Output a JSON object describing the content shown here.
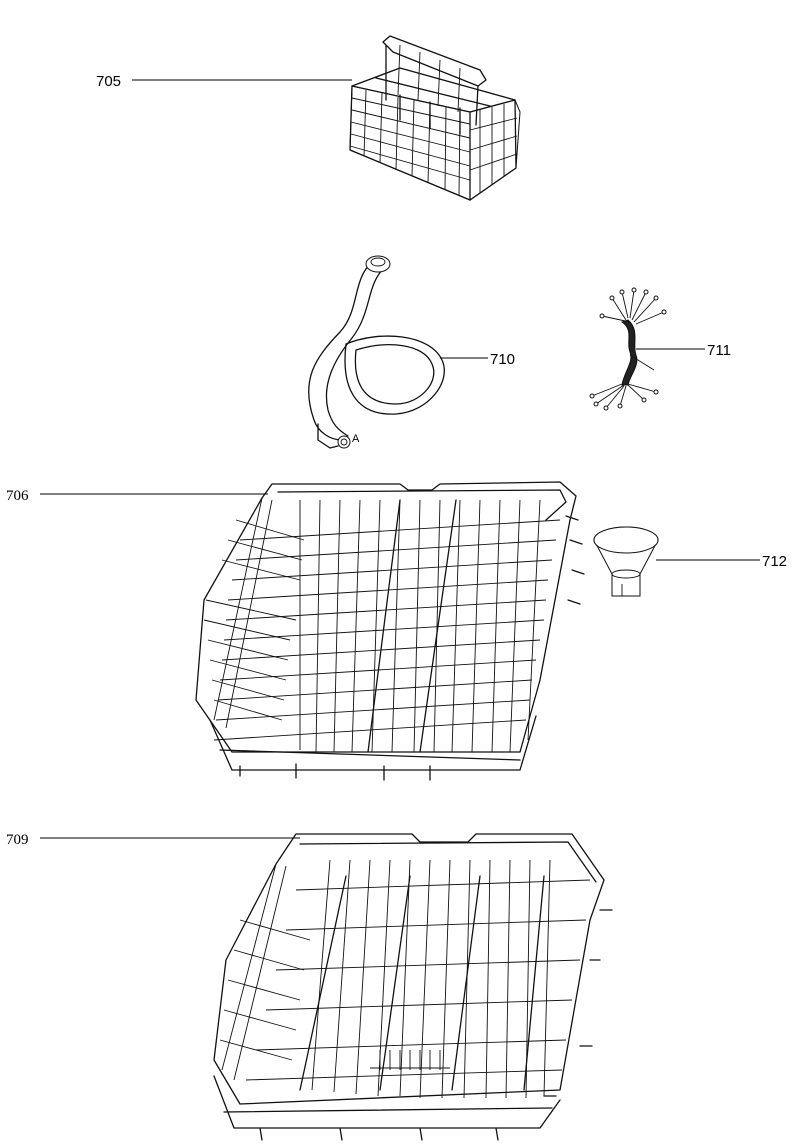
{
  "parts": [
    {
      "id": "cutlery-basket",
      "label": "705"
    },
    {
      "id": "upper-rack",
      "label": "706"
    },
    {
      "id": "lower-rack",
      "label": "709"
    },
    {
      "id": "hose",
      "label": "710",
      "end_marker": "A"
    },
    {
      "id": "wiring-harness",
      "label": "711"
    },
    {
      "id": "salt-funnel",
      "label": "712"
    }
  ]
}
